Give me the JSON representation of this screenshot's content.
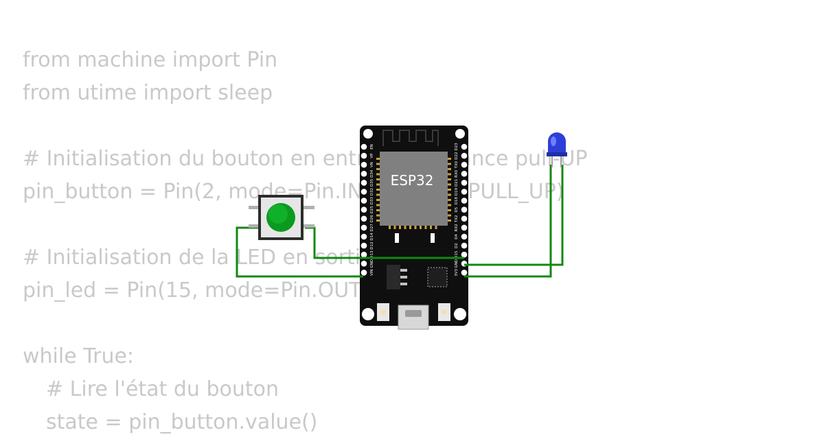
{
  "code": {
    "lines": [
      {
        "text": "from machine import Pin",
        "indent": 0
      },
      {
        "text": "from utime import sleep",
        "indent": 0
      },
      {
        "text": "",
        "indent": 0
      },
      {
        "text": "# Initialisation du bouton en entrée, résistance pull-UP",
        "indent": 0
      },
      {
        "text": "pin_button = Pin(2, mode=Pin.IN, pull=Pin.PULL_UP)",
        "indent": 0
      },
      {
        "text": "",
        "indent": 0
      },
      {
        "text": "# Initialisation de la LED en sortie",
        "indent": 0
      },
      {
        "text": "pin_led = Pin(15, mode=Pin.OUT)",
        "indent": 0
      },
      {
        "text": "",
        "indent": 0
      },
      {
        "text": "while True:",
        "indent": 0
      },
      {
        "text": "# Lire l'état du bouton",
        "indent": 1
      },
      {
        "text": "state = pin_button.value()",
        "indent": 1
      }
    ]
  },
  "board": {
    "chip_label": "ESP32",
    "left_pins": [
      "EN",
      "VP",
      "VN",
      "D34",
      "D35",
      "D32",
      "D33",
      "D25",
      "D26",
      "D27",
      "D14",
      "D12",
      "D13",
      "GND",
      "VIN"
    ],
    "right_pins": [
      "D23",
      "D22",
      "TX0",
      "RX0",
      "D21",
      "D19",
      "D18",
      "D5",
      "TX2",
      "RX2",
      "D4",
      "D2",
      "D15",
      "GND",
      "3V3"
    ]
  },
  "colors": {
    "wire": "#118811",
    "board": "#0f0f0f",
    "chip": "#808080",
    "button_cap": "#0a9a1f",
    "led": "#2e3fd8",
    "code_text": "#c9c9c9"
  },
  "icons": {
    "button": "pushbutton-icon",
    "led": "blue-led-icon",
    "usb": "usb-port-icon"
  }
}
